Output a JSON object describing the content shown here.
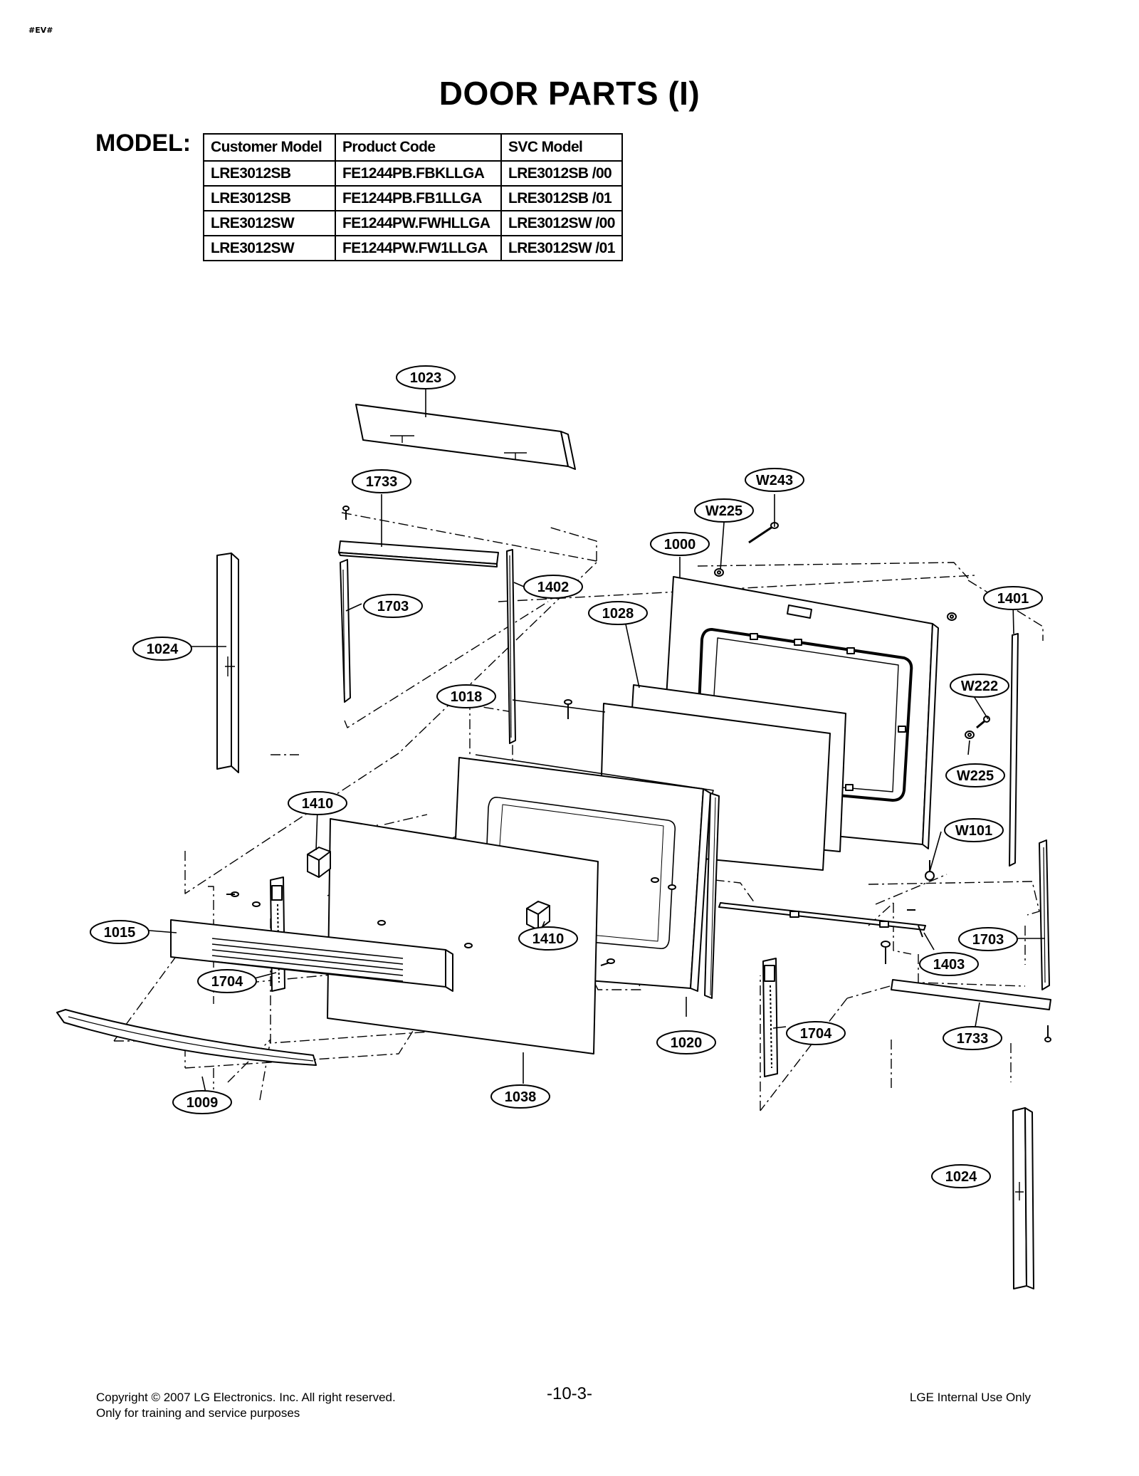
{
  "corner_code": "#EV#",
  "title": "DOOR PARTS (I)",
  "model_label": "MODEL:",
  "model_table": {
    "headers": [
      "Customer Model",
      "Product Code",
      "SVC Model"
    ],
    "rows": [
      [
        "LRE3012SB",
        "FE1244PB.FBKLLGA",
        "LRE3012SB /00"
      ],
      [
        "LRE3012SB",
        "FE1244PB.FB1LLGA",
        "LRE3012SB /01"
      ],
      [
        "LRE3012SW",
        "FE1244PW.FWHLLGA",
        "LRE3012SW /00"
      ],
      [
        "LRE3012SW",
        "FE1244PW.FW1LLGA",
        "LRE3012SW /01"
      ]
    ]
  },
  "callouts": {
    "c1023": "1023",
    "c1733a": "1733",
    "c1733b": "1733",
    "cW243": "W243",
    "cW225a": "W225",
    "cW225b": "W225",
    "c1000": "1000",
    "c1402": "1402",
    "c1401": "1401",
    "c1703a": "1703",
    "c1703b": "1703",
    "c1028": "1028",
    "c1024a": "1024",
    "c1024b": "1024",
    "cW222": "W222",
    "c1018": "1018",
    "c1410a": "1410",
    "c1410b": "1410",
    "cW101": "W101",
    "c1015": "1015",
    "c1403": "1403",
    "c1704a": "1704",
    "c1704b": "1704",
    "c1020": "1020",
    "c1009": "1009",
    "c1038": "1038"
  },
  "footer": {
    "copyright": "Copyright © 2007 LG Electronics. Inc. All right reserved.",
    "usage": "Only for training and service purposes",
    "page_number": "-10-3-",
    "internal": "LGE Internal Use Only"
  }
}
